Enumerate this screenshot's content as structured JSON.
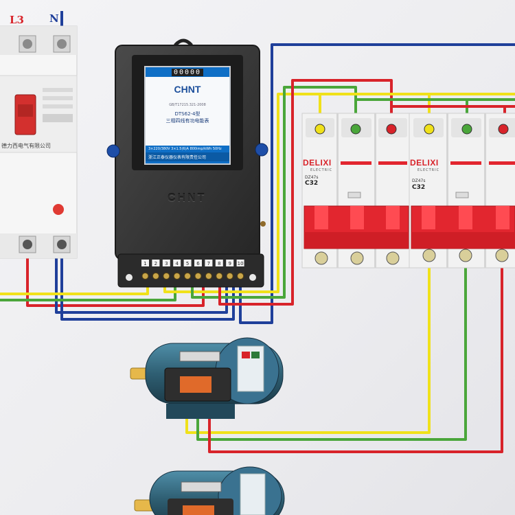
{
  "supply": {
    "line_label": "L3",
    "neutral_label": "N"
  },
  "mccb": {
    "maker": "德力西电气有限公司"
  },
  "meter": {
    "counter": "00000",
    "brand": "CHNT",
    "fine_text": "GB/T17215.321-2008",
    "model": "DTS62-4型",
    "description": "三相四线有功电能表",
    "spec": "3×220/380V   3×1.5(6)A   800imp/kWh   50Hz",
    "maker": "浙江正泰仪器仪表有限责任公司",
    "emboss": "CHNT",
    "terminals": [
      "1",
      "2",
      "3",
      "4",
      "5",
      "6",
      "7",
      "8",
      "9",
      "10"
    ]
  },
  "breakers": [
    {
      "brand": "DELIXI",
      "sub": "ELECTRIC",
      "model": "DZ47s",
      "rating": "C32"
    },
    {
      "brand": "DELIXI",
      "sub": "ELECTRIC",
      "model": "DZ47s",
      "rating": "C32"
    }
  ],
  "colors": {
    "wire_red": "#d8232a",
    "wire_blue": "#1f3f9a",
    "wire_yellow": "#f0e11a",
    "wire_green": "#4aa63a",
    "meter_body": "#3b3b3b",
    "breaker_red": "#e2262f",
    "motor_blue": "#2f5f73"
  }
}
